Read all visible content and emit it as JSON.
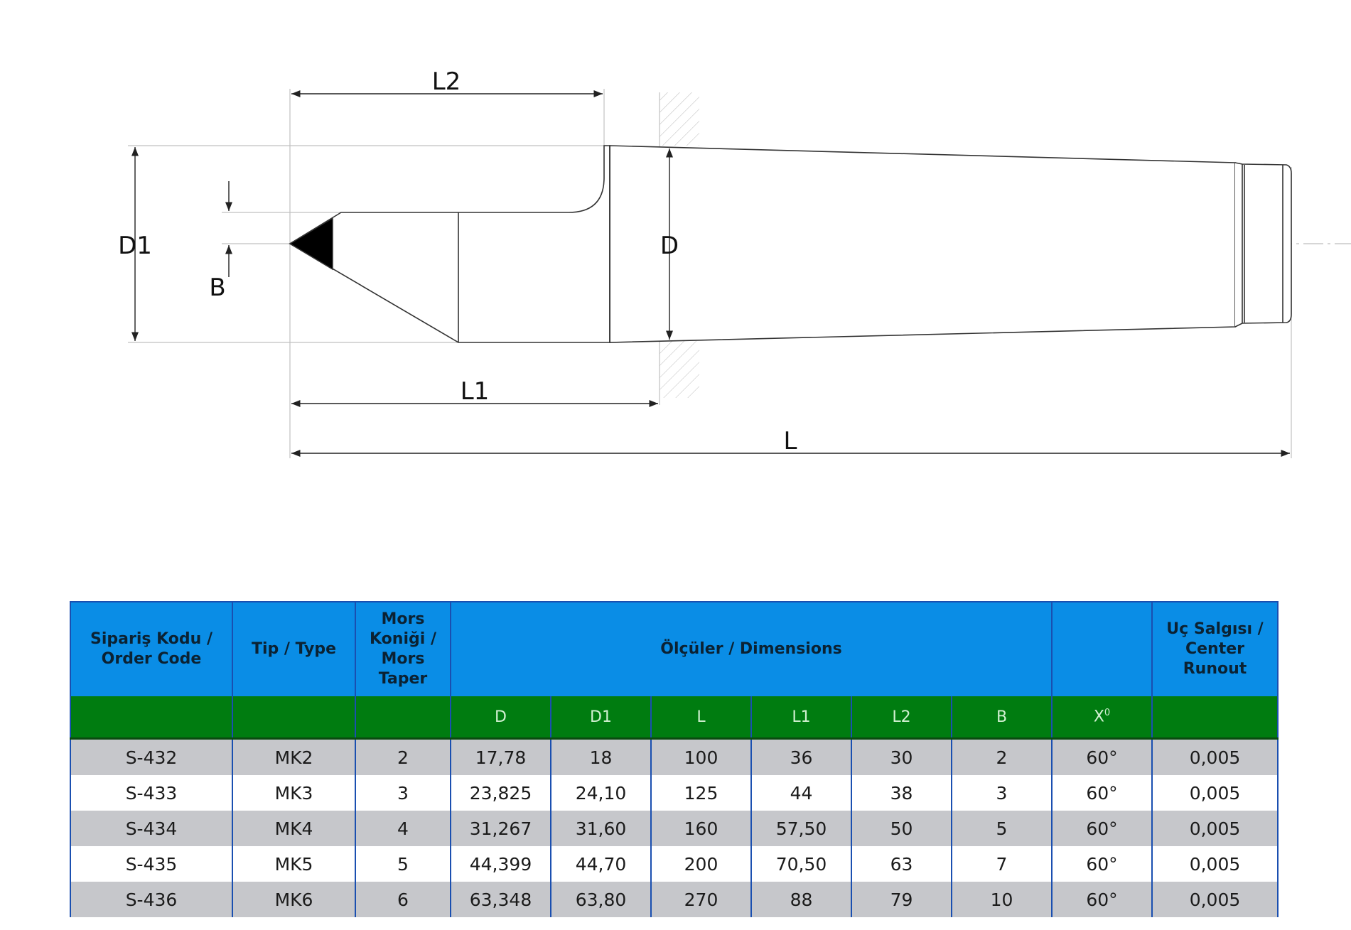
{
  "drawing": {
    "labels": {
      "l2": "L2",
      "d1": "D1",
      "b": "B",
      "d": "D",
      "l1": "L1",
      "l": "L"
    }
  },
  "table": {
    "header": {
      "order_code": "Sipariş Kodu / Order Code",
      "type": "Tip / Type",
      "morse_taper": "Mors Koniği / Mors Taper",
      "dimensions": "Ölçüler / Dimensions",
      "runout": "Uç Salgısı / Center Runout"
    },
    "subheader": {
      "d": "D",
      "d1": "D1",
      "l": "L",
      "l1": "L1",
      "l2": "L2",
      "b": "B",
      "x": "X",
      "x_sup": "0"
    },
    "rows": [
      {
        "code": "S-432",
        "type": "MK2",
        "taper": "2",
        "d": "17,78",
        "d1": "18",
        "l": "100",
        "l1": "36",
        "l2": "30",
        "b": "2",
        "x": "60°",
        "runout": "0,005"
      },
      {
        "code": "S-433",
        "type": "MK3",
        "taper": "3",
        "d": "23,825",
        "d1": "24,10",
        "l": "125",
        "l1": "44",
        "l2": "38",
        "b": "3",
        "x": "60°",
        "runout": "0,005"
      },
      {
        "code": "S-434",
        "type": "MK4",
        "taper": "4",
        "d": "31,267",
        "d1": "31,60",
        "l": "160",
        "l1": "57,50",
        "l2": "50",
        "b": "5",
        "x": "60°",
        "runout": "0,005"
      },
      {
        "code": "S-435",
        "type": "MK5",
        "taper": "5",
        "d": "44,399",
        "d1": "44,70",
        "l": "200",
        "l1": "70,50",
        "l2": "63",
        "b": "7",
        "x": "60°",
        "runout": "0,005"
      },
      {
        "code": "S-436",
        "type": "MK6",
        "taper": "6",
        "d": "63,348",
        "d1": "63,80",
        "l": "270",
        "l1": "88",
        "l2": "79",
        "b": "10",
        "x": "60°",
        "runout": "0,005"
      }
    ]
  }
}
